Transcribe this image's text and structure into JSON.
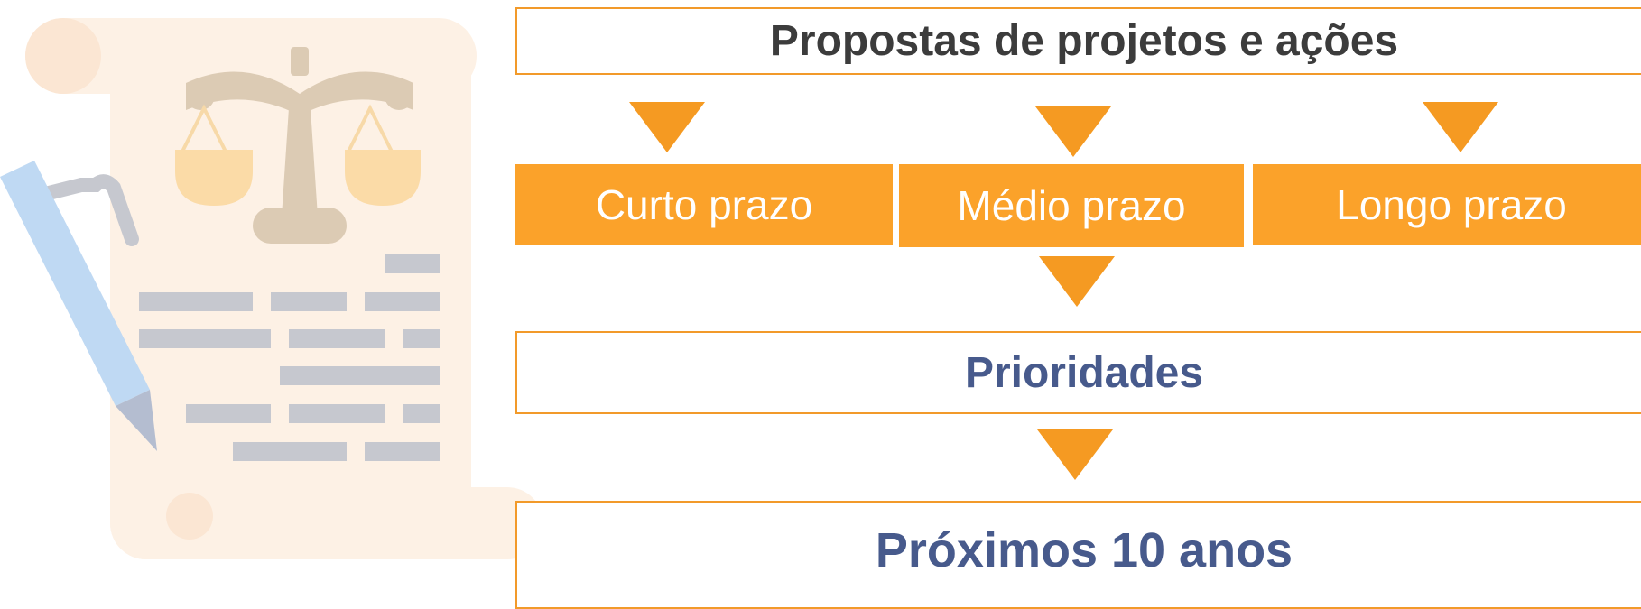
{
  "illustration": {
    "icon": "legal-document-scale-pen-icon",
    "colors": {
      "scroll": "#fdf1e5",
      "scale": "#dccbb4",
      "pans": "#fbdba7",
      "text_lines": "#c6c8cf",
      "pen_body": "#bfd9f3",
      "pen_clip": "#c6c8cf"
    }
  },
  "diagram": {
    "title": "Propostas de projetos e ações",
    "horizons": {
      "short": "Curto prazo",
      "medium": "Médio prazo",
      "long": "Longo prazo"
    },
    "priorities": "Prioridades",
    "next_years": "Próximos 10 anos"
  },
  "colors": {
    "accent": "#fba22a",
    "outline": "#f29a2a",
    "arrow": "#f59a22",
    "title_text": "#3c3c3c",
    "emphasis_text": "#475a8c"
  }
}
